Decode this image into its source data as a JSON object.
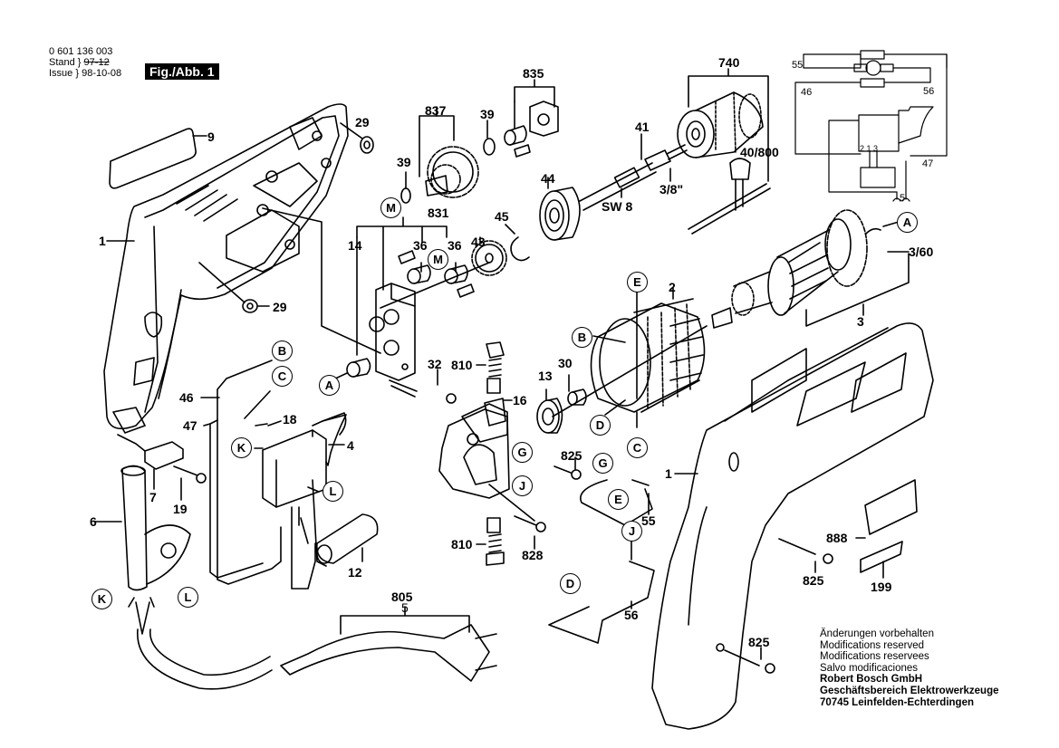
{
  "header": {
    "part_number": "0 601 136 003",
    "stand_label": "Stand",
    "stand_value_struck": "97-12",
    "issue_label": "Issue",
    "issue_value": "98-10-08",
    "figure_label": "Fig./Abb. 1"
  },
  "part_labels": {
    "p1_left": "1",
    "p1_right": "1",
    "p2": "2",
    "p3": "3",
    "p3_60": "3/60",
    "p4": "4",
    "p5": "5",
    "p6": "6",
    "p7": "7",
    "p9": "9",
    "p12": "12",
    "p13": "13",
    "p14": "14",
    "p16": "16",
    "p18": "18",
    "p19": "19",
    "p29_top": "29",
    "p29_mid": "29",
    "p30": "30",
    "p32": "32",
    "p36_a": "36",
    "p36_b": "36",
    "p39_a": "39",
    "p39_b": "39",
    "p40_800": "40/800",
    "p41": "41",
    "p43": "43",
    "p44": "44",
    "p45": "45",
    "p46": "46",
    "p47": "47",
    "p55": "55",
    "p56": "56",
    "p199": "199",
    "p740": "740",
    "p805": "805",
    "p810_a": "810",
    "p810_b": "810",
    "p825_a": "825",
    "p825_b": "825",
    "p825_c": "825",
    "p828": "828",
    "p831": "831",
    "p835": "835",
    "p837": "837",
    "p888": "888",
    "sw8": "SW 8",
    "thread": "3/8\""
  },
  "connection_markers": {
    "A1": "A",
    "A2": "A",
    "B1": "B",
    "B2": "B",
    "C1": "C",
    "C2": "C",
    "D1": "D",
    "D2": "D",
    "E1": "E",
    "E2": "E",
    "G1": "G",
    "G2": "G",
    "J1": "J",
    "J2": "J",
    "K1": "K",
    "K2": "K",
    "L1": "L",
    "L2": "L",
    "M1": "M",
    "M2": "M"
  },
  "schematic": {
    "wire_55": "55",
    "wire_56": "56",
    "wire_46": "46",
    "wire_47": "47",
    "wire_5": "5",
    "terminals": "2 1 3"
  },
  "footer": {
    "line1": "Änderungen vorbehalten",
    "line2": "Modifications reserved",
    "line3": "Modifications reservees",
    "line4": "Salvo modificaciones",
    "company": "Robert Bosch GmbH",
    "division": "Geschäftsbereich Elektrowerkzeuge",
    "address": "70745 Leinfelden-Echterdingen"
  }
}
